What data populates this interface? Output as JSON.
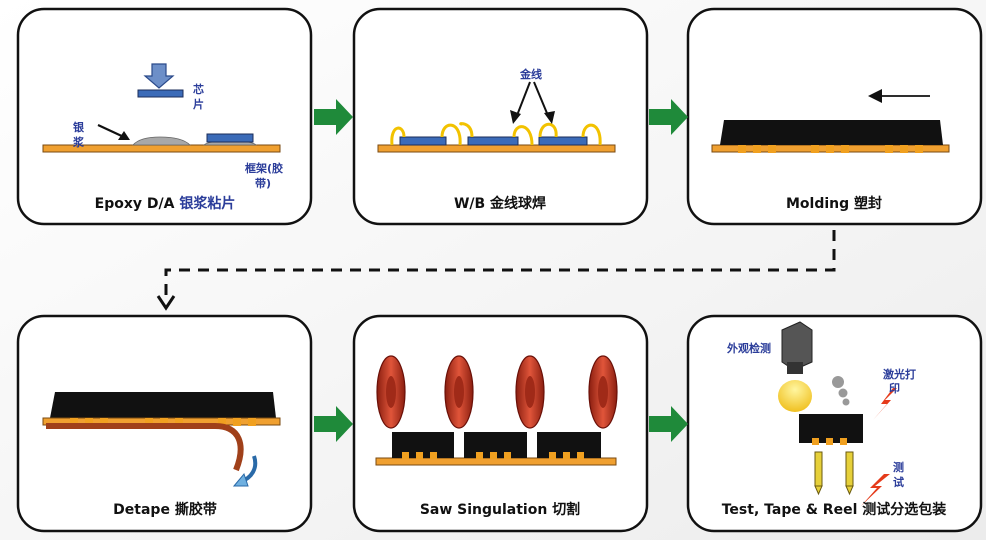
{
  "steps": [
    {
      "caption_en": "Epoxy D/A",
      "caption_cn": "银浆粘片",
      "labels": {
        "chip": "芯片",
        "paste": "银浆",
        "frame": "框架(胶带)"
      }
    },
    {
      "caption_en": "W/B",
      "caption_cn": "金线球焊",
      "labels": {
        "gold_wire": "金线"
      }
    },
    {
      "caption_en": "Molding",
      "caption_cn": "塑封"
    },
    {
      "caption_en": "Detape",
      "caption_cn": "撕胶带"
    },
    {
      "caption_en": "Saw Singulation",
      "caption_cn": "切割"
    },
    {
      "caption_en": "Test, Tape & Reel",
      "caption_cn": "测试分选包装",
      "labels": {
        "inspection": "外观检测",
        "laser": "激光打印",
        "test": "测试"
      }
    }
  ],
  "colors": {
    "arrow_green": "#1f8a3a",
    "frame_orange": "#f0a030",
    "chip_blue": "#3b6bb8",
    "mold_black": "#111111",
    "pad_orange": "#f0a020",
    "wire_gold": "#f2c200",
    "saw_red": "#c0392b",
    "tape_brown": "#a0401a",
    "label_blue": "#2b3d9a"
  }
}
